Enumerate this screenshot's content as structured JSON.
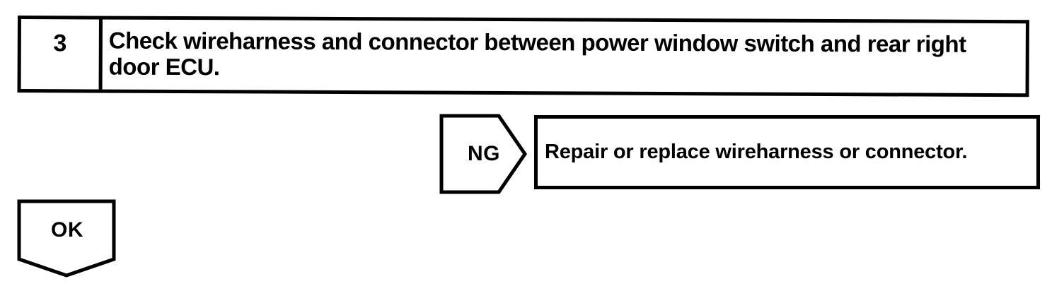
{
  "flowchart": {
    "step": {
      "number": "3",
      "instruction": "Check wireharness and connector between power window switch and rear right\ndoor ECU."
    },
    "ng_branch": {
      "label": "NG",
      "action": "Repair or replace wireharness or connector."
    },
    "ok_branch": {
      "label": "OK"
    },
    "colors": {
      "ink": "#000000",
      "paper": "#ffffff"
    }
  }
}
